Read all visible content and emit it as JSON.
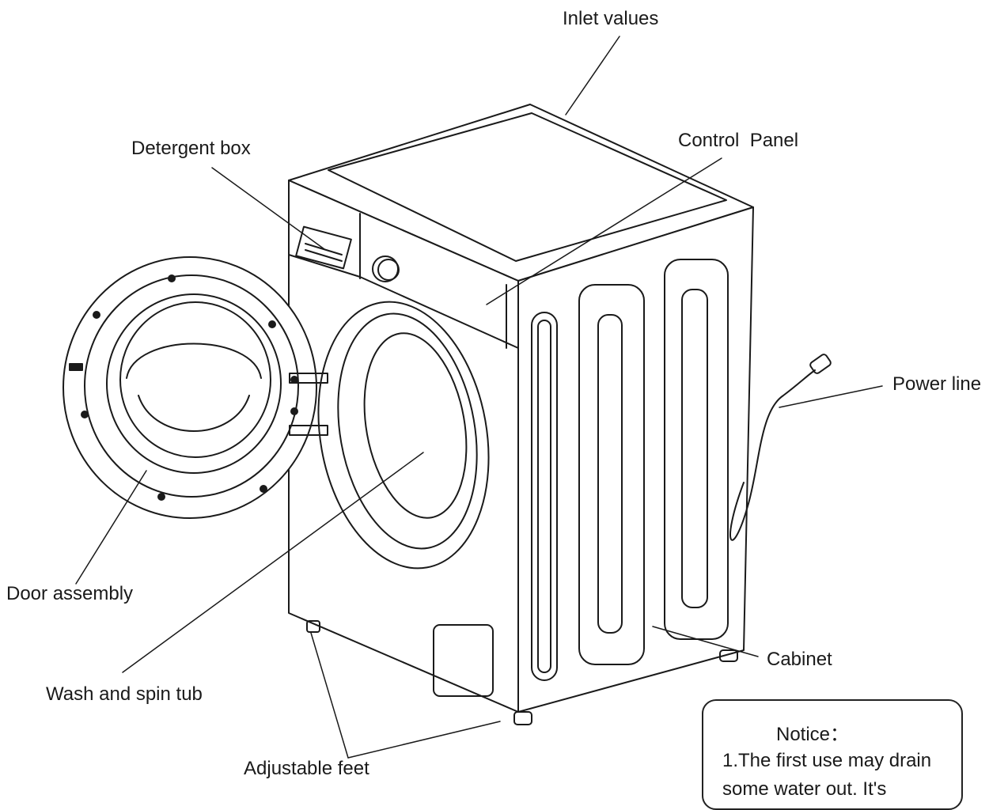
{
  "labels": {
    "inlet_values": "Inlet values",
    "detergent_box": "Detergent box",
    "control_panel": "Control  Panel",
    "power_line": "Power line",
    "door_assembly": "Door assembly",
    "wash_and_spin_tub": "Wash and spin tub",
    "cabinet": "Cabinet",
    "adjustable_feet": "Adjustable feet"
  },
  "notice": {
    "title": "Notice：",
    "line1": "1.The first use may drain",
    "line2": "some water out. It's"
  },
  "colors": {
    "line": "#1a1a1a",
    "background": "#ffffff"
  }
}
